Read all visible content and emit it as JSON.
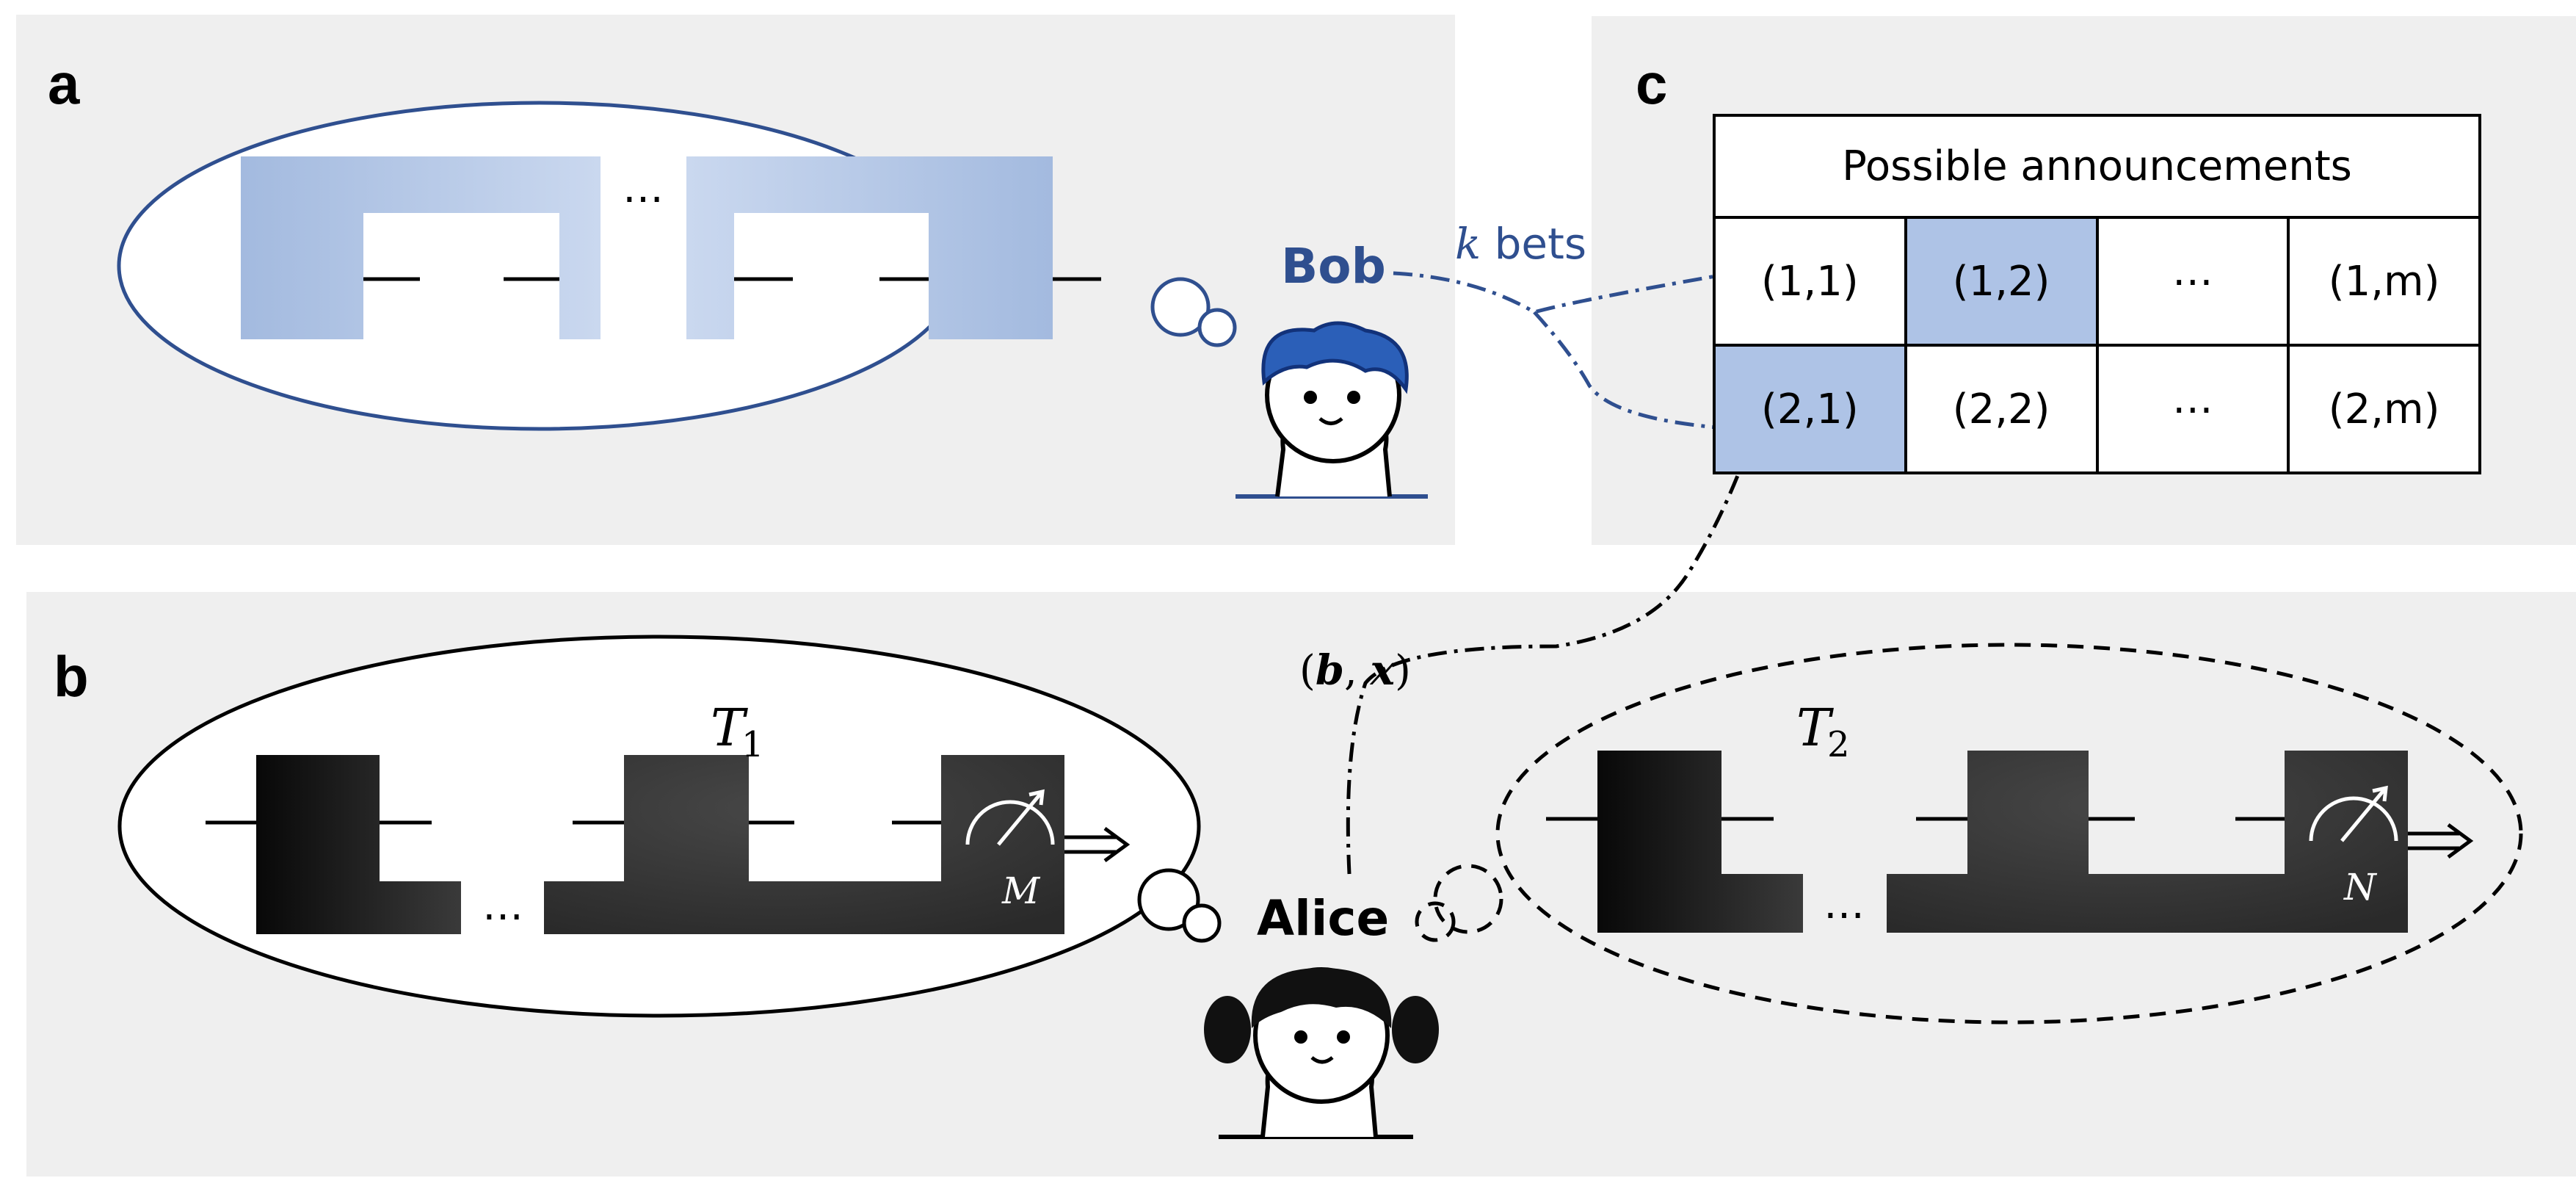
{
  "panels": {
    "a": "a",
    "b": "b",
    "c": "c"
  },
  "bob": {
    "name": "Bob",
    "bets_var": "k",
    "bets_word": " bets"
  },
  "alice": {
    "name": "Alice"
  },
  "labels": {
    "bx": "(b, x)",
    "t1": "T",
    "t1_sub": "1",
    "t2": "T",
    "t2_sub": "2",
    "m": "M",
    "n": "N",
    "dots": "…"
  },
  "table": {
    "header": "Possible announcements",
    "rows": [
      [
        "(1,1)",
        "(1,2)",
        "⋯",
        "(1,m)"
      ],
      [
        "(2,1)",
        "(2,2)",
        "⋯",
        "(2,m)"
      ]
    ],
    "highlighted": [
      [
        0,
        1
      ],
      [
        1,
        0
      ]
    ]
  },
  "colors": {
    "panel_bg": "#efefef",
    "bob_blue": "#2f4f8f",
    "block_blue": "#aec3e6",
    "block_dark": "#1e1e1e"
  }
}
